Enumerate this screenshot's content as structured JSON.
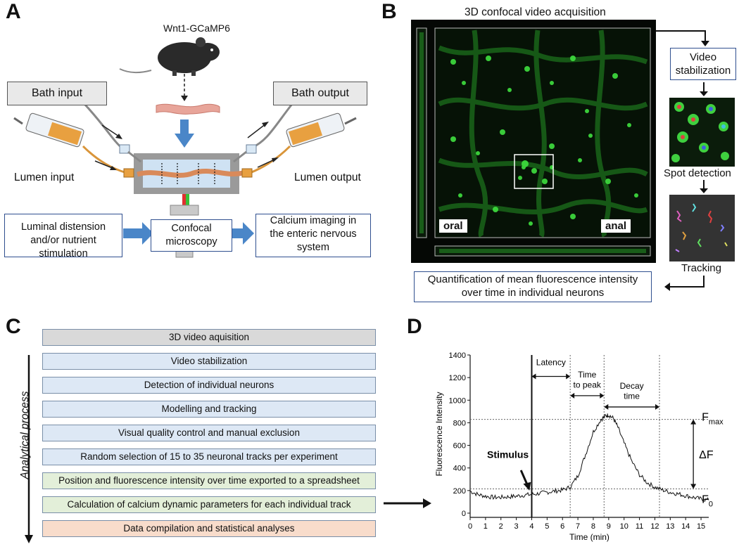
{
  "panels": {
    "a": "A",
    "b": "B",
    "c": "C",
    "d": "D"
  },
  "panel_a": {
    "mouse_label": "Wnt1-GCaMP6",
    "bath_input": "Bath input",
    "bath_output": "Bath output",
    "lumen_input": "Lumen input",
    "lumen_output": "Lumen output",
    "box_left": "Luminal distension and/or nutrient stimulation",
    "box_center": "Confocal microscopy",
    "box_right": "Calcium imaging in the enteric nervous system"
  },
  "panel_b": {
    "title": "3D confocal video acquisition",
    "oral": "oral",
    "anal": "anal",
    "video_stabilization": "Video stabilization",
    "spot_detection": "Spot detection",
    "tracking": "Tracking",
    "quantification": "Quantification of mean fluorescence intensity over time in individual neurons"
  },
  "panel_c": {
    "axis_label": "Analytical process",
    "steps": [
      {
        "text": "3D video aquisition",
        "color": "#d9d9d9"
      },
      {
        "text": "Video stabilization",
        "color": "#dde8f5"
      },
      {
        "text": "Detection of individual neurons",
        "color": "#dde8f5"
      },
      {
        "text": "Modelling and tracking",
        "color": "#dde8f5"
      },
      {
        "text": "Visual quality control and manual exclusion",
        "color": "#dde8f5"
      },
      {
        "text": "Random selection of 15 to 35 neuronal tracks per experiment",
        "color": "#dde8f5"
      },
      {
        "text": "Position and fluorescence intensity over time exported to a spreadsheet",
        "color": "#e3efd9"
      },
      {
        "text": "Calculation of calcium dynamic parameters for each individual track",
        "color": "#e3efd9"
      },
      {
        "text": "Data compilation and statistical analyses",
        "color": "#f8dccb"
      }
    ]
  },
  "chart_data": {
    "type": "line",
    "xlabel": "Time (min)",
    "ylabel": "Fluorescence Intensity",
    "xlim": [
      0,
      15.5
    ],
    "ylim": [
      0,
      1400
    ],
    "xticks": [
      0,
      1,
      2,
      3,
      4,
      5,
      6,
      7,
      8,
      9,
      10,
      11,
      12,
      13,
      14,
      15
    ],
    "yticks": [
      0,
      200,
      400,
      600,
      800,
      1000,
      1200,
      1400
    ],
    "series": [
      {
        "x": [
          0,
          0.5,
          1,
          1.5,
          2,
          2.5,
          3,
          3.5,
          4,
          4.5,
          5,
          5.5,
          6,
          6.5,
          7,
          7.5,
          8,
          8.5,
          8.8,
          9,
          9.3,
          9.6,
          10,
          10.5,
          11,
          11.5,
          12,
          12.5,
          13,
          13.5,
          14,
          14.5,
          15,
          15.5
        ],
        "values": [
          195,
          165,
          150,
          140,
          140,
          145,
          150,
          160,
          165,
          175,
          185,
          195,
          205,
          230,
          330,
          520,
          720,
          830,
          860,
          870,
          840,
          760,
          620,
          460,
          340,
          270,
          230,
          205,
          185,
          170,
          155,
          140,
          125,
          115
        ]
      }
    ],
    "annotations": {
      "stimulus_label": "Stimulus",
      "latency_label": "Latency",
      "time_to_peak_label": "Time to peak",
      "decay_time_label": "Decay time",
      "fmax_label": "F",
      "fmax_sub": "max",
      "f0_label": "F",
      "f0_sub": "0",
      "delta_f_label": "ΔF",
      "stimulus_x": 4,
      "peak_start_x": 6.5,
      "peak_x": 8.7,
      "decay_end_x": 12.3,
      "fmax_y": 830,
      "f0_y": 215
    }
  }
}
